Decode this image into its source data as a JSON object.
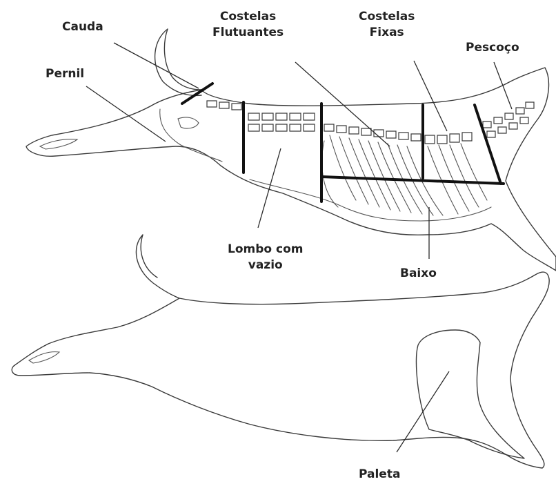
{
  "labels": {
    "cauda": "Cauda",
    "pernil": "Pernil",
    "costelas_flutuantes_1": "Costelas",
    "costelas_flutuantes_2": "Flutuantes",
    "costelas_fixas_1": "Costelas",
    "costelas_fixas_2": "Fixas",
    "pescoco": "Pescoço",
    "lombo_1": "Lombo com",
    "lombo_2": "vazio",
    "baixo": "Baixo",
    "paleta": "Paleta"
  }
}
